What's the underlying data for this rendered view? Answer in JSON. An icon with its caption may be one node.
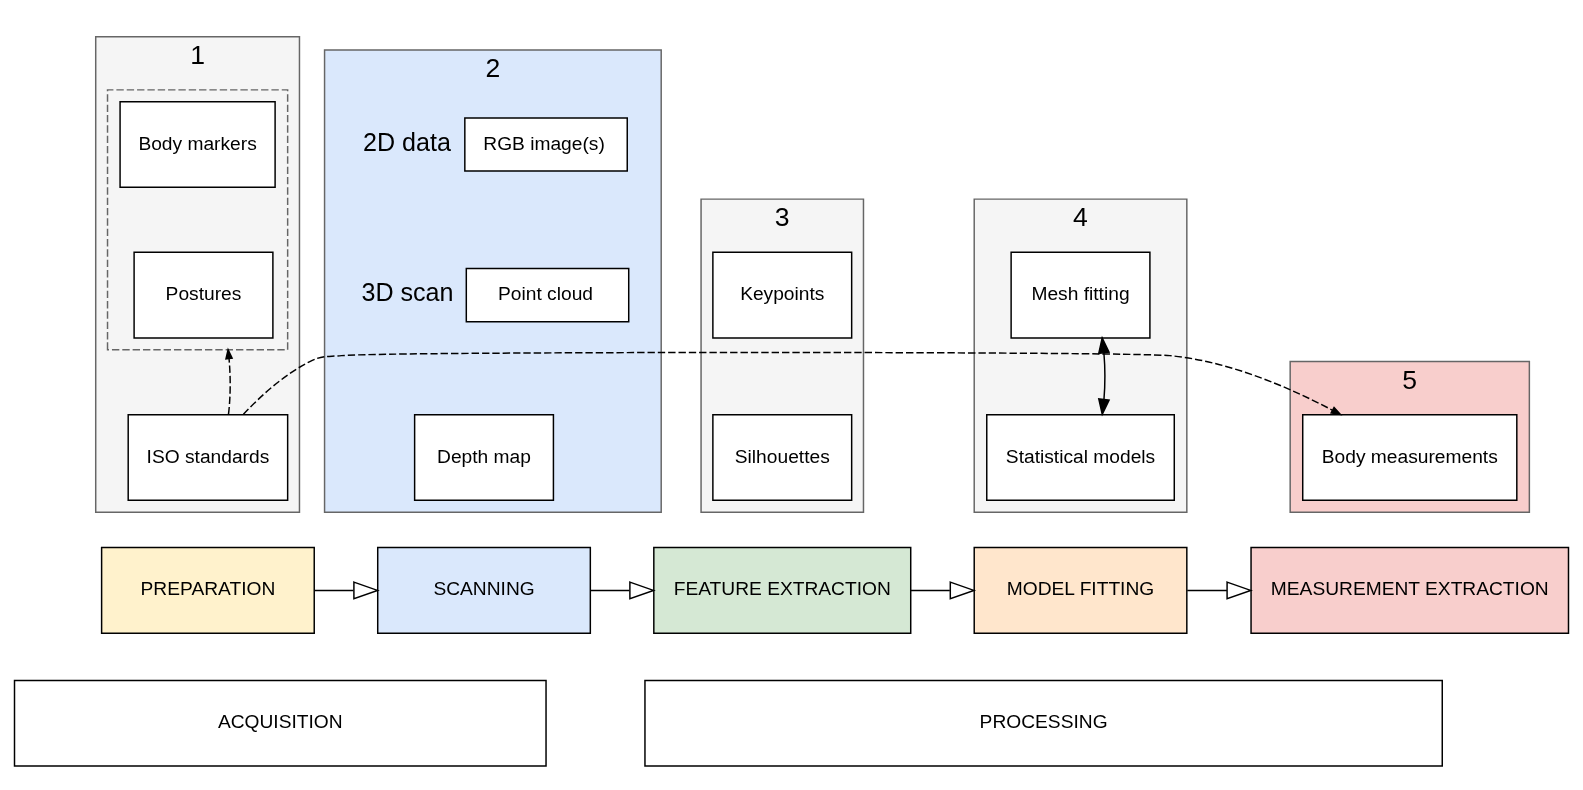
{
  "diagram": {
    "nodes": [
      {
        "text": [
          "1"
        ]
      },
      {
        "text": [],
        "shape": "box",
        "in": 0
      },
      {
        "text": [
          "Body markers"
        ],
        "in": 1
      },
      {
        "text": [
          "Postures"
        ],
        "in": 1
      },
      {
        "text": [
          "ISO standards"
        ],
        "in": 0
      },
      {
        "text": [
          "2"
        ]
      },
      {
        "text": [
          "RGB image(s)"
        ],
        "in": 5,
        "beside": [
          "2D data"
        ]
      },
      {
        "text": [
          "Point cloud"
        ],
        "in": 5,
        "beside": [
          "3D scan"
        ]
      },
      {
        "text": [
          "Depth map"
        ],
        "in": 5
      },
      {
        "text": [
          "3"
        ]
      },
      {
        "text": [
          "Keypoints"
        ],
        "in": 9
      },
      {
        "text": [
          "Silhouettes"
        ],
        "in": 9
      },
      {
        "text": [
          "4"
        ]
      },
      {
        "text": [
          "Mesh fitting"
        ],
        "in": 12
      },
      {
        "text": [
          "Statistical models"
        ],
        "in": 12
      },
      {
        "text": [
          "5"
        ]
      },
      {
        "text": [
          "Body measurements"
        ],
        "in": 15
      },
      {
        "text": [
          "PREPARATION"
        ]
      },
      {
        "text": [
          "SCANNING"
        ]
      },
      {
        "text": [
          "FEATURE EXTRACTION"
        ]
      },
      {
        "text": [
          "MODEL FITTING"
        ]
      },
      {
        "text": [
          "MEASUREMENT EXTRACTION"
        ]
      },
      {
        "text": [
          "ACQUISITION"
        ]
      },
      {
        "text": [
          "PROCESSING"
        ]
      }
    ],
    "edges": [
      {
        "from": 4,
        "to": 1,
        "arrow": "to",
        "style": "dashed"
      },
      {
        "from": 4,
        "to": 16,
        "arrow": "to",
        "style": "dashed"
      },
      {
        "from": 13,
        "to": 14,
        "arrow": "both"
      },
      {
        "from": 17,
        "to": 18,
        "arrow": "to"
      },
      {
        "from": 18,
        "to": 19,
        "arrow": "to"
      },
      {
        "from": 19,
        "to": 20,
        "arrow": "to"
      },
      {
        "from": 20,
        "to": 21,
        "arrow": "to"
      }
    ]
  }
}
